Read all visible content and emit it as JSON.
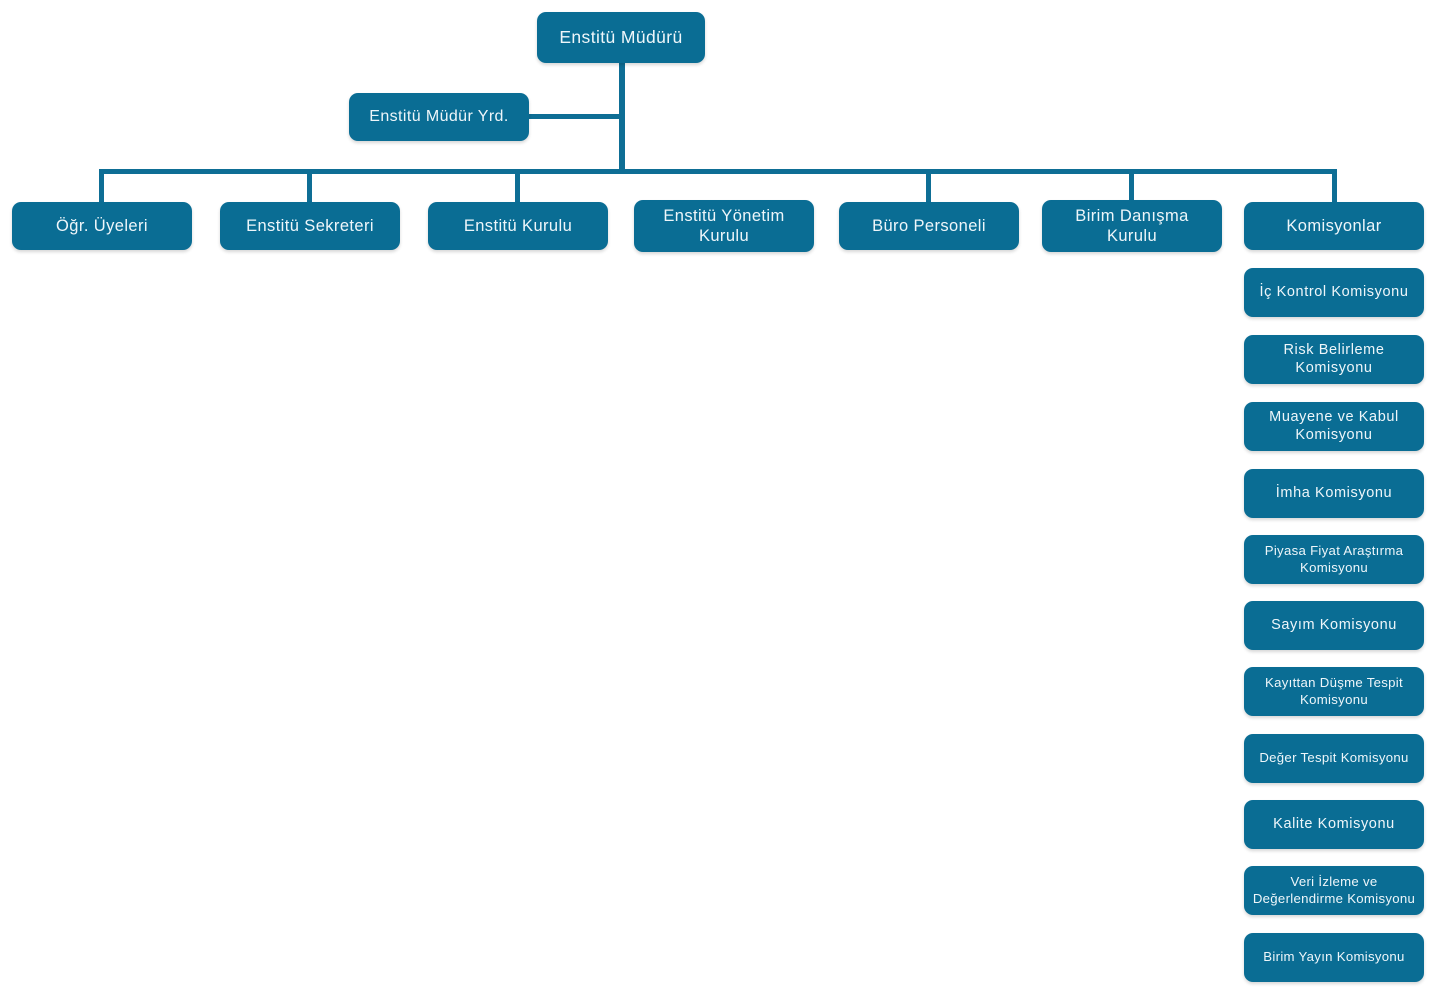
{
  "diagram": {
    "title": "Enstitu Organizasyon Semasi",
    "theme": {
      "node_fill": "#0a6d94",
      "node_text": "#eef6fa",
      "connector": "#0e6e95",
      "background": "#ffffff"
    },
    "levels": {
      "level1": [
        {
          "id": "mudur",
          "label": "Enstitü Müdürü"
        }
      ],
      "level2": [
        {
          "id": "mudur_yrd",
          "label": "Enstitü Müdür Yrd."
        }
      ],
      "level3": [
        {
          "id": "ogr_uyeleri",
          "label": "Öğr. Üyeleri"
        },
        {
          "id": "enstitu_sekreteri",
          "label": "Enstitü Sekreteri"
        },
        {
          "id": "enstitu_kurulu",
          "label": "Enstitü Kurulu"
        },
        {
          "id": "enstitu_yonetim_kurulu",
          "label": "Enstitü Yönetim Kurulu"
        },
        {
          "id": "buro_personeli",
          "label": "Büro Personeli"
        },
        {
          "id": "birim_danisma_kurulu",
          "label": "Birim Danışma Kurulu"
        },
        {
          "id": "komisyonlar",
          "label": "Komisyonlar"
        }
      ],
      "commissions": [
        {
          "id": "ic_kontrol",
          "label": "İç  Kontrol Komisyonu"
        },
        {
          "id": "risk_belirleme",
          "label": "Risk  Belirleme Komisyonu"
        },
        {
          "id": "muayene_kabul",
          "label": "Muayene ve Kabul Komisyonu"
        },
        {
          "id": "imha",
          "label": "İmha Komisyonu"
        },
        {
          "id": "piyasa_fiyat",
          "label": "Piyasa Fiyat Araştırma Komisyonu"
        },
        {
          "id": "sayim",
          "label": "Sayım Komisyonu"
        },
        {
          "id": "kayittan_dusme",
          "label": "Kayıttan Düşme Tespit Komisyonu"
        },
        {
          "id": "deger_tespit",
          "label": "Değer Tespit Komisyonu"
        },
        {
          "id": "kalite",
          "label": "Kalite Komisyonu"
        },
        {
          "id": "veri_izleme",
          "label": "Veri  İzleme  ve Değerlendirme Komisyonu"
        },
        {
          "id": "birim_yayin",
          "label": "Birim Yayın Komisyonu"
        }
      ]
    }
  }
}
